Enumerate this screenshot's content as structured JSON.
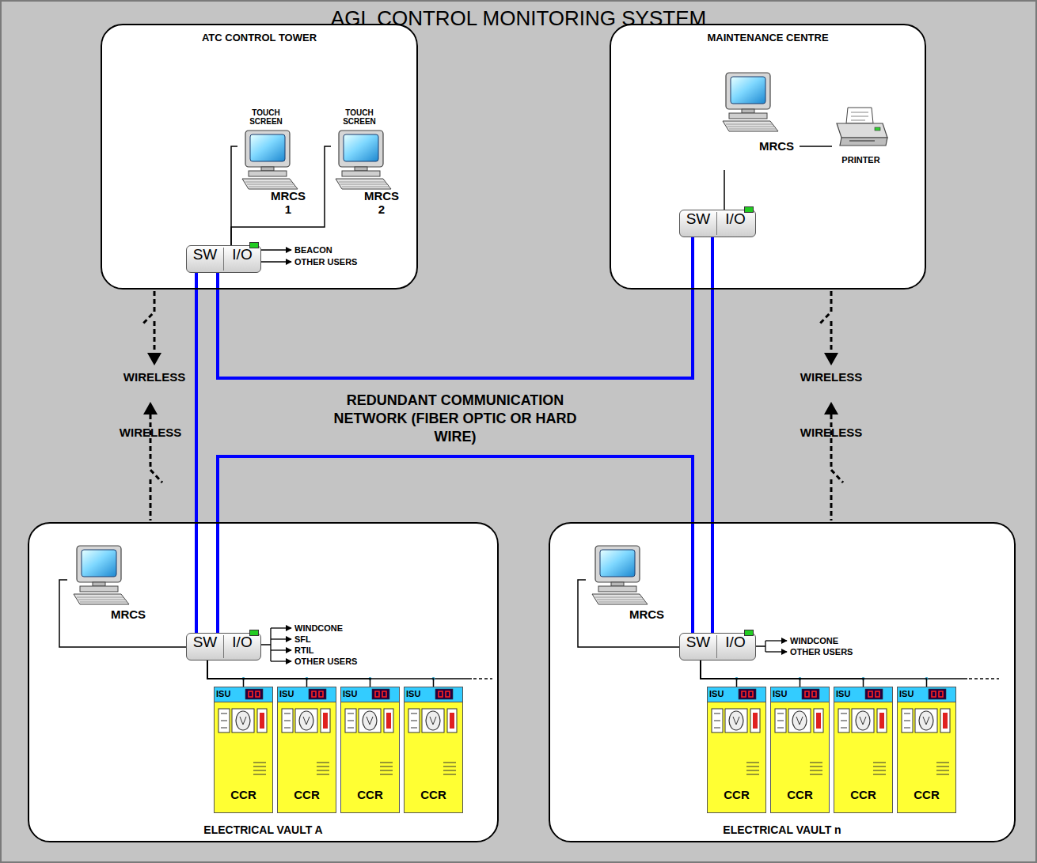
{
  "diagram": {
    "title": "AGL CONTROL MONITORING SYSTEM",
    "nodes": [
      {
        "text": [
          "ATC CONTROL TOWER"
        ]
      },
      {
        "text": [
          "TOUCH SCREEN",
          "MRCS 1"
        ],
        "in": 0
      },
      {
        "text": [
          "TOUCH SCREEN",
          "MRCS 2"
        ],
        "in": 0
      },
      {
        "text": [
          "SW",
          "I/O"
        ],
        "in": 0
      },
      {
        "text": [
          "MAINTENANCE CENTRE"
        ]
      },
      {
        "text": [
          "MRCS"
        ],
        "in": 4
      },
      {
        "text": [
          "PRINTER"
        ],
        "in": 4
      },
      {
        "text": [
          "SW",
          "I/O"
        ],
        "in": 4
      },
      {
        "text": [
          "ELECTRICAL VAULT A"
        ]
      },
      {
        "text": [
          "MRCS"
        ],
        "in": 8
      },
      {
        "text": [
          "SW",
          "I/O"
        ],
        "in": 8
      },
      {
        "text": [
          "ISU",
          "CCR"
        ],
        "in": 8
      },
      {
        "text": [
          "ISU",
          "CCR"
        ],
        "in": 8
      },
      {
        "text": [
          "ISU",
          "CCR"
        ],
        "in": 8
      },
      {
        "text": [
          "ISU",
          "CCR"
        ],
        "in": 8
      },
      {
        "text": [
          "ELECTRICAL VAULT n"
        ]
      },
      {
        "text": [
          "MRCS"
        ],
        "in": 15
      },
      {
        "text": [
          "SW",
          "I/O"
        ],
        "in": 15
      },
      {
        "text": [
          "ISU",
          "CCR"
        ],
        "in": 15
      },
      {
        "text": [
          "ISU",
          "CCR"
        ],
        "in": 15
      },
      {
        "text": [
          "ISU",
          "CCR"
        ],
        "in": 15
      },
      {
        "text": [
          "ISU",
          "CCR"
        ],
        "in": 15
      }
    ],
    "edges": [
      {
        "from": 1,
        "to": 3,
        "arrow": "none"
      },
      {
        "from": 2,
        "to": 3,
        "arrow": "none"
      },
      {
        "from": 3,
        "to": 10,
        "arrow": "none"
      },
      {
        "from": 3,
        "to": 7,
        "arrow": "none"
      },
      {
        "from": 5,
        "to": 7,
        "arrow": "none"
      },
      {
        "from": 5,
        "to": 6,
        "arrow": "none"
      },
      {
        "from": 9,
        "to": 10,
        "arrow": "none"
      },
      {
        "from": 10,
        "to": 11,
        "arrow": "none"
      },
      {
        "from": 10,
        "to": 12,
        "arrow": "none"
      },
      {
        "from": 10,
        "to": 13,
        "arrow": "none"
      },
      {
        "from": 10,
        "to": 14,
        "arrow": "none"
      },
      {
        "from": 10,
        "to": 17,
        "arrow": "none"
      },
      {
        "from": 7,
        "to": 17,
        "arrow": "none"
      },
      {
        "from": 16,
        "to": 17,
        "arrow": "none"
      },
      {
        "from": 17,
        "to": 18,
        "arrow": "none"
      },
      {
        "from": 17,
        "to": 19,
        "arrow": "none"
      },
      {
        "from": 17,
        "to": 20,
        "arrow": "none"
      },
      {
        "from": 17,
        "to": 21,
        "arrow": "none"
      }
    ],
    "labels": [
      "WIRELESS",
      "WIRELESS",
      "REDUNDANT COMMUNICATION NETWORK (FIBER OPTIC OR HARD WIRE)",
      "WIRELESS",
      "WIRELESS",
      "BEACON",
      "OTHER USERS",
      "WINDCONE",
      "SFL",
      "RTIL",
      "OTHER USERS",
      "WINDCONE",
      "OTHER USERS"
    ]
  }
}
